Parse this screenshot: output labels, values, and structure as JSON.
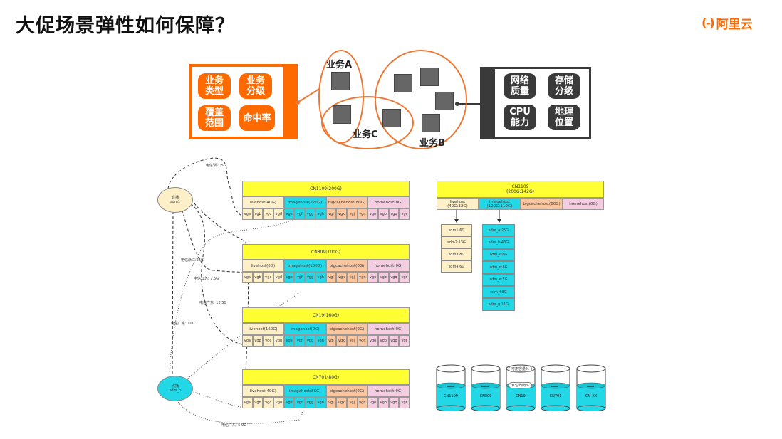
{
  "title": "大促场景弹性如何保障？",
  "logo": {
    "mark": "(-)",
    "text": "阿里云",
    "color": "#ff6a00"
  },
  "left_panel": {
    "items": [
      "业务\n类型",
      "业务\n分级",
      "覆盖\n范围",
      "命中率"
    ]
  },
  "right_panel": {
    "items": [
      "网络\n质量",
      "存储\n分级",
      "CPU\n能力",
      "地理\n位置"
    ]
  },
  "venn": {
    "labels": {
      "a": "业务A",
      "b": "业务B",
      "c": "业务C"
    }
  },
  "sources": {
    "top_node": {
      "line1": "直播",
      "line2": "sdm1"
    },
    "bottom_node": {
      "line1": "点播",
      "line2": "sdm_p"
    },
    "links": [
      "电信浙江:5G",
      "电信浙江:25G",
      "电信江苏: 7.5G",
      "电信广东: 12.5G",
      "电信广东: 10G",
      "电信广东: 5.9G"
    ]
  },
  "tables": [
    {
      "title": "CN1109(200G)",
      "cats": [
        "livehost(40G)",
        "imagehost(120G)",
        "bigcachehost(80G)",
        "homehost(0G)"
      ]
    },
    {
      "title": "CN809(100G)",
      "cats": [
        "livehost(0G)",
        "imagehost(100G)",
        "bigcachehost(0G)",
        "homehost(0G)"
      ]
    },
    {
      "title": "CN19(160G)",
      "cats": [
        "livehost(160G)",
        "imagehost(0G)",
        "bigcachehost(0G)",
        "homehost(0G)"
      ]
    },
    {
      "title": "CN701(80G)",
      "cats": [
        "livehost(40G)",
        "imagehost(80G)",
        "bigcachehost(0G)",
        "homehost(0G)"
      ]
    }
  ],
  "vgs": [
    "vga",
    "vgb",
    "vgc",
    "vgd",
    "vge",
    "vgf",
    "vgg",
    "vgh",
    "vgi",
    "vgk",
    "vgj",
    "vgn",
    "vgo",
    "vgp",
    "vgq",
    "vgr"
  ],
  "detail": {
    "title_line1": "CN1109",
    "title_line2": "(200G:142G)",
    "cats": [
      "livehost\n(40G:32G)",
      "imagehost\n(120G:110G)",
      "bigcachehost(80G)",
      "homehost(0G)"
    ],
    "live_list": [
      "sdm1:6G",
      "sdm2:13G",
      "sdm3:8G",
      "sdm4:6G"
    ],
    "image_list": [
      "sdm_a:25G",
      "sdm_b:43G",
      "sdm_c:8G",
      "sdm_d:8G",
      "sdm_e:5G",
      "sdm_f:8G",
      "sdm_g:11G"
    ]
  },
  "cylinders": {
    "items": [
      "CN1109",
      "CN809",
      "CN19",
      "CN701",
      "CN_XX"
    ],
    "callouts": [
      "可用容量%",
      "水位均衡%"
    ]
  },
  "colors": {
    "orange": "#ff6a00",
    "dark": "#3a3a3a",
    "yellow": "#ffff33",
    "cyan": "#22d8e6",
    "live": "#fdf0c8",
    "big": "#f9c6a0",
    "home": "#f4cde0"
  }
}
